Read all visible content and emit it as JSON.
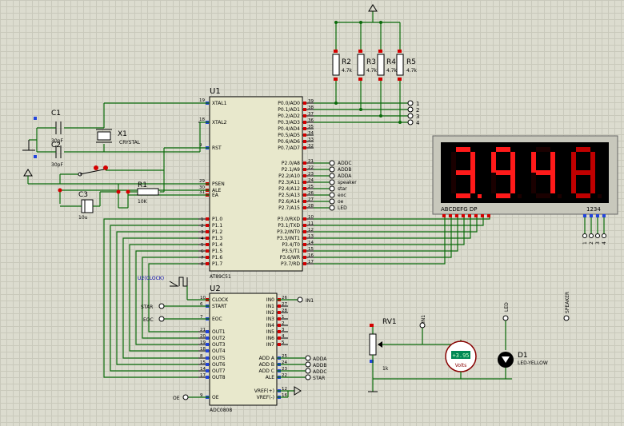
{
  "components": {
    "u1": {
      "ref": "U1",
      "part": "AT89C51",
      "left_pins": [
        {
          "num": "19",
          "name": "XTAL1"
        },
        {
          "num": "18",
          "name": "XTAL2"
        },
        {
          "num": "9",
          "name": "RST"
        },
        {
          "num": "29",
          "name": "PSEN"
        },
        {
          "num": "30",
          "name": "ALE"
        },
        {
          "num": "31",
          "name": "EA"
        }
      ],
      "p1_pins": [
        {
          "num": "1",
          "name": "P1.0"
        },
        {
          "num": "2",
          "name": "P1.1"
        },
        {
          "num": "3",
          "name": "P1.2"
        },
        {
          "num": "4",
          "name": "P1.3"
        },
        {
          "num": "5",
          "name": "P1.4"
        },
        {
          "num": "6",
          "name": "P1.5"
        },
        {
          "num": "7",
          "name": "P1.6"
        },
        {
          "num": "8",
          "name": "P1.7"
        }
      ],
      "p0_pins": [
        {
          "num": "39",
          "name": "P0.0/AD0"
        },
        {
          "num": "38",
          "name": "P0.1/AD1"
        },
        {
          "num": "37",
          "name": "P0.2/AD2"
        },
        {
          "num": "36",
          "name": "P0.3/AD3"
        },
        {
          "num": "35",
          "name": "P0.4/AD4"
        },
        {
          "num": "34",
          "name": "P0.5/AD5"
        },
        {
          "num": "33",
          "name": "P0.6/AD6"
        },
        {
          "num": "32",
          "name": "P0.7/AD7"
        }
      ],
      "p2_pins": [
        {
          "num": "21",
          "name": "P2.0/A8",
          "net": "ADDC"
        },
        {
          "num": "22",
          "name": "P2.1/A9",
          "net": "ADDB"
        },
        {
          "num": "23",
          "name": "P2.2/A10",
          "net": "ADDA"
        },
        {
          "num": "24",
          "name": "P2.3/A11",
          "net": "speaker"
        },
        {
          "num": "25",
          "name": "P2.4/A12",
          "net": "star"
        },
        {
          "num": "26",
          "name": "P2.5/A13",
          "net": "eoc"
        },
        {
          "num": "27",
          "name": "P2.6/A14",
          "net": "oe"
        },
        {
          "num": "28",
          "name": "P2.7/A15",
          "net": "LED"
        }
      ],
      "p3_pins": [
        {
          "num": "10",
          "name": "P3.0/RXD"
        },
        {
          "num": "11",
          "name": "P3.1/TXD"
        },
        {
          "num": "12",
          "name": "P3.2/INT0"
        },
        {
          "num": "13",
          "name": "P3.3/INT1"
        },
        {
          "num": "14",
          "name": "P3.4/T0"
        },
        {
          "num": "15",
          "name": "P3.5/T1"
        },
        {
          "num": "16",
          "name": "P3.6/WR"
        },
        {
          "num": "17",
          "name": "P3.7/RD"
        }
      ]
    },
    "u2": {
      "ref": "U2",
      "part": "ADC0808",
      "clock_label": "U2(CLOCK)",
      "left_pins": [
        {
          "num": "10",
          "name": "CLOCK"
        },
        {
          "num": "6",
          "name": "START"
        },
        {
          "num": "7",
          "name": "EOC"
        },
        {
          "num": "21",
          "name": "OUT1"
        },
        {
          "num": "20",
          "name": "OUT2"
        },
        {
          "num": "19",
          "name": "OUT3"
        },
        {
          "num": "18",
          "name": "OUT4"
        },
        {
          "num": "8",
          "name": "OUT5"
        },
        {
          "num": "15",
          "name": "OUT6"
        },
        {
          "num": "14",
          "name": "OUT7"
        },
        {
          "num": "17",
          "name": "OUT8"
        },
        {
          "num": "9",
          "name": "OE"
        }
      ],
      "right_pins": [
        {
          "num": "26",
          "name": "IN0"
        },
        {
          "num": "27",
          "name": "IN1"
        },
        {
          "num": "28",
          "name": "IN2"
        },
        {
          "num": "1",
          "name": "IN3"
        },
        {
          "num": "2",
          "name": "IN4"
        },
        {
          "num": "3",
          "name": "IN5"
        },
        {
          "num": "4",
          "name": "IN6"
        },
        {
          "num": "5",
          "name": "IN7"
        },
        {
          "num": "25",
          "name": "ADD A"
        },
        {
          "num": "24",
          "name": "ADD B"
        },
        {
          "num": "23",
          "name": "ADD C"
        },
        {
          "num": "22",
          "name": "ALE"
        },
        {
          "num": "12",
          "name": "VREF(+)"
        },
        {
          "num": "16",
          "name": "VREF(-)"
        }
      ],
      "right_nets": [
        "IN1",
        "ADDA",
        "ADDB",
        "ADDC",
        "STAR"
      ],
      "left_nets": [
        "STAR",
        "EOC",
        "OE"
      ]
    },
    "resistors": [
      {
        "ref": "R2",
        "value": "4.7k"
      },
      {
        "ref": "R3",
        "value": "4.7k"
      },
      {
        "ref": "R4",
        "value": "4.7k"
      },
      {
        "ref": "R5",
        "value": "4.7k"
      }
    ],
    "r1": {
      "ref": "R1",
      "value": "10K"
    },
    "c1": {
      "ref": "C1",
      "value": "30pF"
    },
    "c2": {
      "ref": "C2",
      "value": "30pF"
    },
    "c3": {
      "ref": "C3",
      "value": "10u"
    },
    "x1": {
      "ref": "X1",
      "value": "CRYSTAL"
    },
    "rv1": {
      "ref": "RV1",
      "value": "1k",
      "net": "IN1"
    },
    "d1": {
      "ref": "D1",
      "value": "LED-YELLOW",
      "net": "LED"
    },
    "speaker_net": "SPEAKER",
    "voltmeter": {
      "reading": "+3.95",
      "unit": "Volts"
    },
    "display": {
      "digits": [
        "3",
        "9",
        "4",
        "8"
      ],
      "segment_labels": "ABCDEFG  DP",
      "digit_labels": "1234",
      "terminal_labels": [
        "1",
        "2",
        "3",
        "4"
      ]
    },
    "p0_terminals": [
      "1",
      "2",
      "3",
      "4"
    ]
  },
  "colors": {
    "wire": "#0a6a0a",
    "segment_on": "#ff1a1a",
    "segment_dim": "#c00000",
    "display_body": "#000000",
    "pin_red": "#d40000",
    "pin_blue": "#2244dd",
    "chip_fill": "#e8e8cc"
  }
}
